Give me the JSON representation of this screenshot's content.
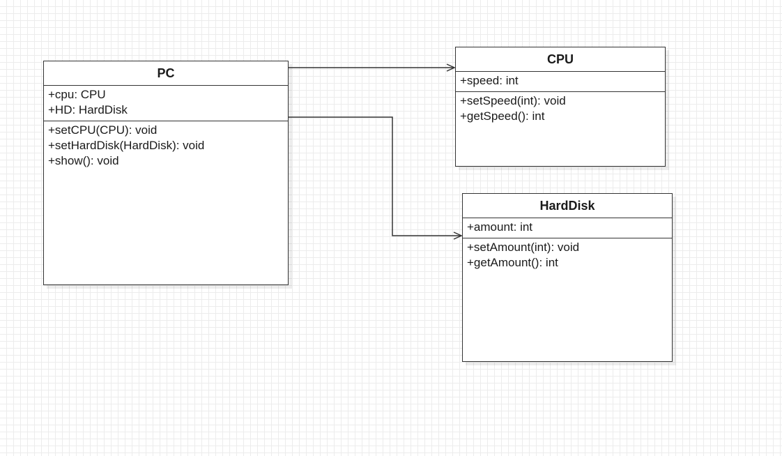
{
  "classes": {
    "pc": {
      "name": "PC",
      "attributes": [
        "+cpu: CPU",
        "+HD: HardDisk"
      ],
      "operations": [
        "+setCPU(CPU): void",
        "+setHardDisk(HardDisk): void",
        "+show(): void"
      ]
    },
    "cpu": {
      "name": "CPU",
      "attributes": [
        "+speed: int"
      ],
      "operations": [
        "+setSpeed(int): void",
        "+getSpeed(): int"
      ]
    },
    "harddisk": {
      "name": "HardDisk",
      "attributes": [
        "+amount: int"
      ],
      "operations": [
        "+setAmount(int): void",
        "+getAmount(): int"
      ]
    }
  },
  "connectors": [
    {
      "from": "pc",
      "to": "cpu",
      "kind": "association",
      "arrowhead": "open-arrow"
    },
    {
      "from": "pc",
      "to": "harddisk",
      "kind": "association",
      "arrowhead": "open-arrow"
    }
  ],
  "colors": {
    "line": "#333333",
    "grid": "#ececec",
    "background": "#ffffff"
  }
}
